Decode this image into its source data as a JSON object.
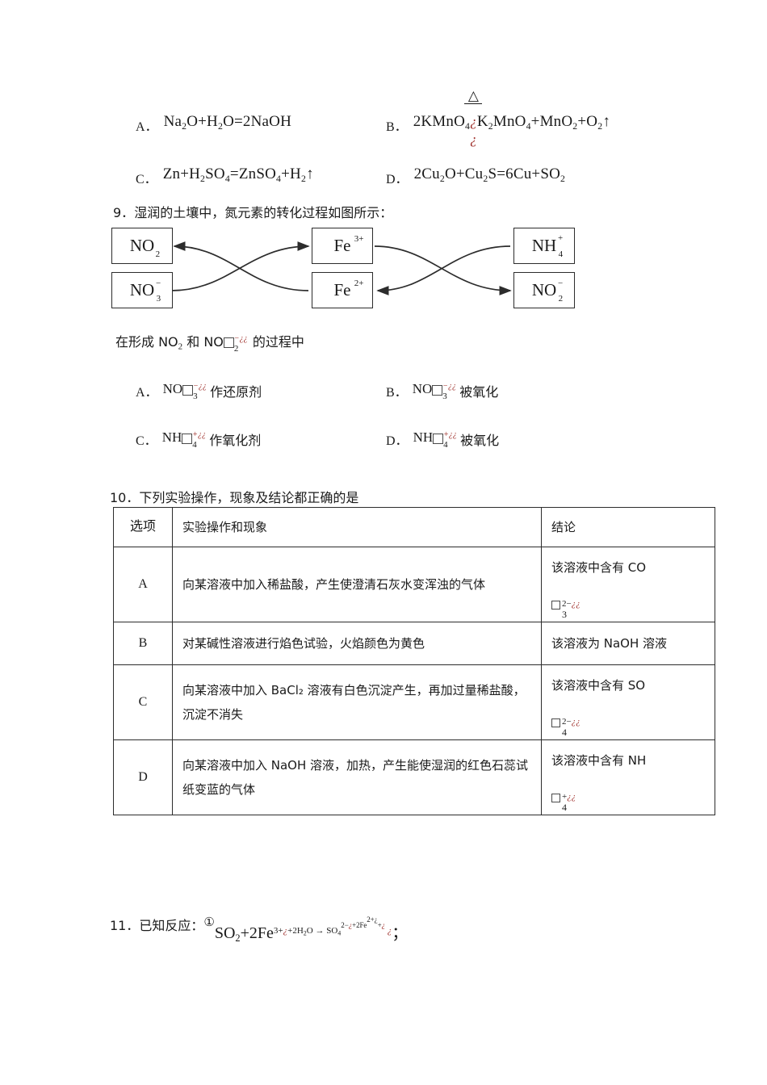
{
  "document": {
    "type": "chemistry-exam-page",
    "language": "zh-CN"
  },
  "question8": {
    "options": [
      {
        "letter": "A．",
        "formula_parts": [
          "Na",
          "2",
          "O+H",
          "2",
          "O=2NaOH"
        ],
        "plain": "Na2O+H2O=2NaOH"
      },
      {
        "letter": "B．",
        "plain": "2KMnO4¿K2MnO4+MnO2+O2↑",
        "condition_top": "△",
        "condition_bottom": "¿"
      },
      {
        "letter": "C．",
        "plain": "Zn+H2SO4=ZnSO4+H2↑"
      },
      {
        "letter": "D．",
        "plain": "2Cu2O+Cu2S=6Cu+SO2"
      }
    ]
  },
  "question9": {
    "number": "9．",
    "stem": "湿润的土壤中，氮元素的转化过程如图所示：",
    "diagram": {
      "boxes": [
        {
          "id": "no2",
          "label_base": "NO",
          "sub": "2",
          "sup": ""
        },
        {
          "id": "no3m",
          "label_base": "NO",
          "sub": "3",
          "sup": "−"
        },
        {
          "id": "fe3",
          "label_base": "Fe",
          "sub": "",
          "sup": "3+"
        },
        {
          "id": "fe2",
          "label_base": "Fe",
          "sub": "",
          "sup": "2+"
        },
        {
          "id": "nh4p",
          "label_base": "NH",
          "sub": "4",
          "sup": "+"
        },
        {
          "id": "no2m",
          "label_base": "NO",
          "sub": "2",
          "sup": "−"
        }
      ]
    },
    "mid_text_prefix": "在形成 NO",
    "mid_text_sub": "2",
    "mid_text_mid": " 和 NO",
    "mid_ion_sup": "−¿¿",
    "mid_ion_sub": "2",
    "mid_text_suffix": "的过程中",
    "options": [
      {
        "letter": "A．",
        "species": "NO",
        "sup": "−¿¿",
        "sub": "3",
        "text": "作还原剂"
      },
      {
        "letter": "B．",
        "species": "NO",
        "sup": "−¿¿",
        "sub": "3",
        "text": "被氧化"
      },
      {
        "letter": "C．",
        "species": "NH",
        "sup": "+¿¿",
        "sub": "4",
        "text": "作氧化剂"
      },
      {
        "letter": "D．",
        "species": "NH",
        "sup": "+¿¿",
        "sub": "4",
        "text": "被氧化"
      }
    ]
  },
  "question10": {
    "number": "10．",
    "stem": "下列实验操作，现象及结论都正确的是",
    "table": {
      "headers": [
        "选项",
        "实验操作和现象",
        "结论"
      ],
      "rows": [
        {
          "option": "A",
          "operation": "向某溶液中加入稀盐酸，产生使澄清石灰水变浑浊的气体",
          "conclusion_text": "该溶液中含有 CO",
          "ion_sup": "2−¿¿",
          "ion_sub": "3"
        },
        {
          "option": "B",
          "operation": "对某碱性溶液进行焰色试验，火焰颜色为黄色",
          "conclusion_text": "该溶液为 NaOH 溶液",
          "ion_sup": "",
          "ion_sub": ""
        },
        {
          "option": "C",
          "operation": "向某溶液中加入 BaCl₂ 溶液有白色沉淀产生，再加过量稀盐酸，沉淀不消失",
          "conclusion_text": "该溶液中含有 SO",
          "ion_sup": "2−¿¿",
          "ion_sub": "4"
        },
        {
          "option": "D",
          "operation": "向某溶液中加入 NaOH 溶液，加热，产生能使湿润的红色石蕊试纸变蓝的气体",
          "conclusion_text": "该溶液中含有 NH",
          "ion_sup": "+¿¿",
          "ion_sub": "4"
        }
      ]
    }
  },
  "question11": {
    "number": "11．",
    "stem": "已知反应：",
    "circled_number": "①",
    "equation_main": "SO",
    "equation_sub1": "2",
    "equation_mid": "+2Fe",
    "equation_sup": "3+¿+2H₂O → SO₄²⁻¿+2Fe²⁺¿+¿ ¿",
    "equation_tail": "；"
  },
  "colors": {
    "text": "#1a1a1a",
    "garbled_red": "#9b2722",
    "border": "#2c2c2c",
    "tofu_border": "#4a4a4a",
    "page_background": "#ffffff"
  }
}
